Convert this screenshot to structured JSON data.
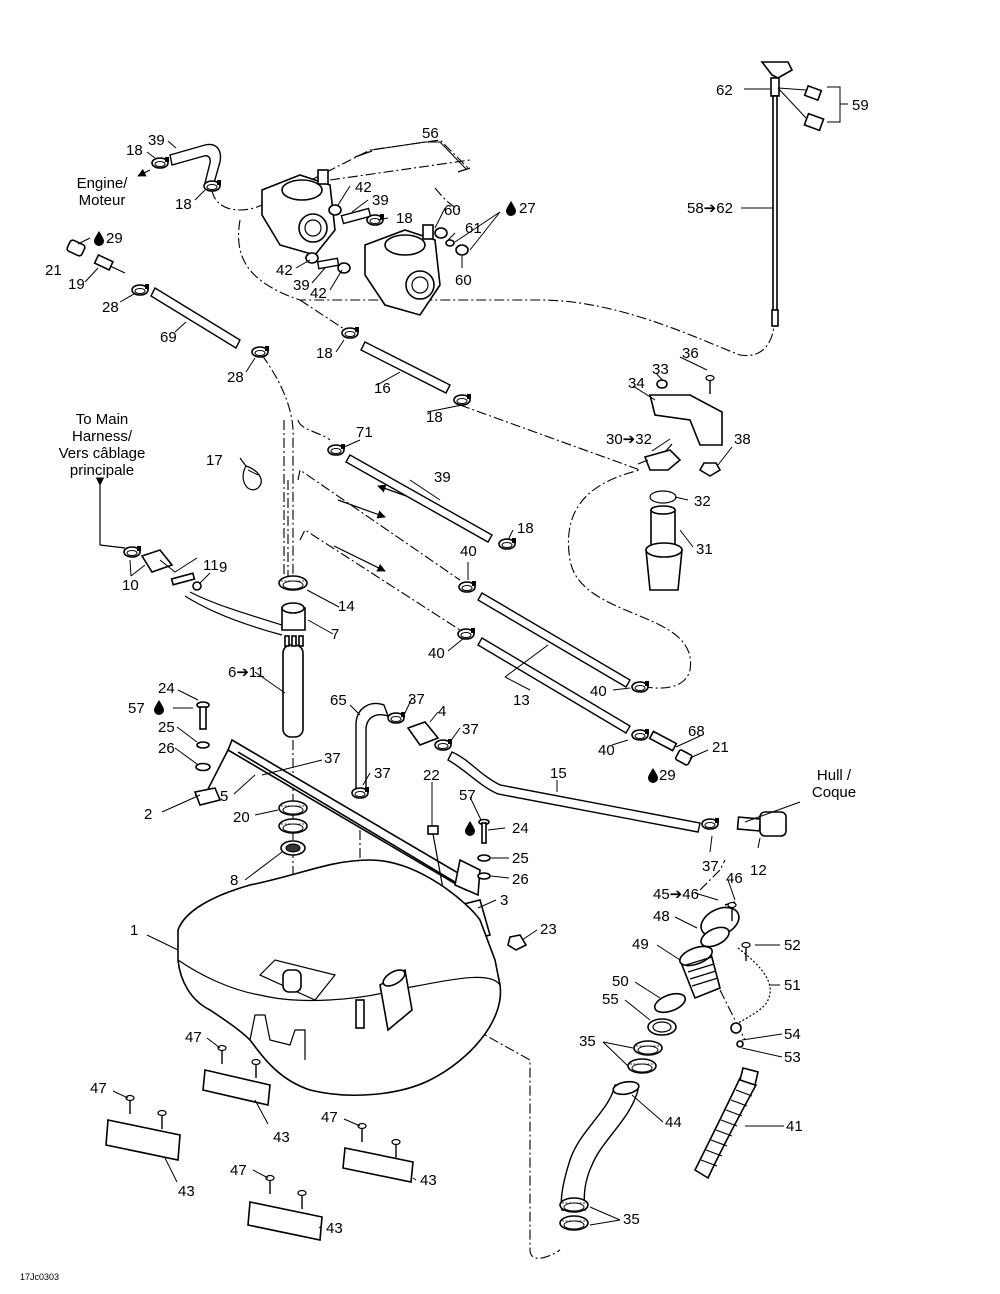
{
  "diagram_code": "17Jc0303",
  "captions": {
    "engine_line1": "Engine/",
    "engine_line2": "Moteur",
    "harness_line1": "To Main",
    "harness_line2": "Harness/",
    "harness_line3": "Vers câblage",
    "harness_line4": "principale",
    "hull_line1": "Hull /",
    "hull_line2": "Coque"
  },
  "callouts": {
    "c1": "1",
    "c2": "2",
    "c3": "3",
    "c4": "4",
    "c5": "5",
    "c6_11": "6➔11",
    "c7": "7",
    "c8": "8",
    "c9": "9",
    "c10": "10",
    "c11": "11",
    "c12": "12",
    "c13": "13",
    "c14": "14",
    "c15": "15",
    "c16": "16",
    "c17": "17",
    "c18a": "18",
    "c18b": "18",
    "c18c": "18",
    "c18d": "18",
    "c18e": "18",
    "c18f": "18",
    "c19": "19",
    "c20": "20",
    "c21a": "21",
    "c21b": "21",
    "c22": "22",
    "c23": "23",
    "c24a": "24",
    "c24b": "24",
    "c25a": "25",
    "c25b": "25",
    "c26a": "26",
    "c26b": "26",
    "c27": "27",
    "c28a": "28",
    "c28b": "28",
    "c29a": "29",
    "c29b": "29",
    "c30_32": "30➔32",
    "c31": "31",
    "c32": "32",
    "c33": "33",
    "c34": "34",
    "c35a": "35",
    "c35b": "35",
    "c36": "36",
    "c37a": "37",
    "c37b": "37",
    "c37c": "37",
    "c37d": "37",
    "c37e": "37",
    "c38": "38",
    "c39a": "39",
    "c39b": "39",
    "c39c": "39",
    "c39d": "39",
    "c40a": "40",
    "c40b": "40",
    "c40c": "40",
    "c40d": "40",
    "c41": "41",
    "c42a": "42",
    "c42b": "42",
    "c42c": "42",
    "c43a": "43",
    "c43b": "43",
    "c43c": "43",
    "c43d": "43",
    "c44": "44",
    "c45_46": "45➔46",
    "c46": "46",
    "c47a": "47",
    "c47b": "47",
    "c47c": "47",
    "c47d": "47",
    "c48": "48",
    "c49": "49",
    "c50": "50",
    "c51": "51",
    "c52": "52",
    "c53": "53",
    "c54": "54",
    "c55": "55",
    "c56": "56",
    "c57a": "57",
    "c57b": "57",
    "c58_62": "58➔62",
    "c59": "59",
    "c60a": "60",
    "c60b": "60",
    "c61": "61",
    "c62": "62",
    "c65": "65",
    "c68": "68",
    "c69": "69",
    "c71": "71"
  },
  "icons": {
    "drop": "fluid-drop-icon",
    "arrow": "flow-arrow-icon"
  }
}
